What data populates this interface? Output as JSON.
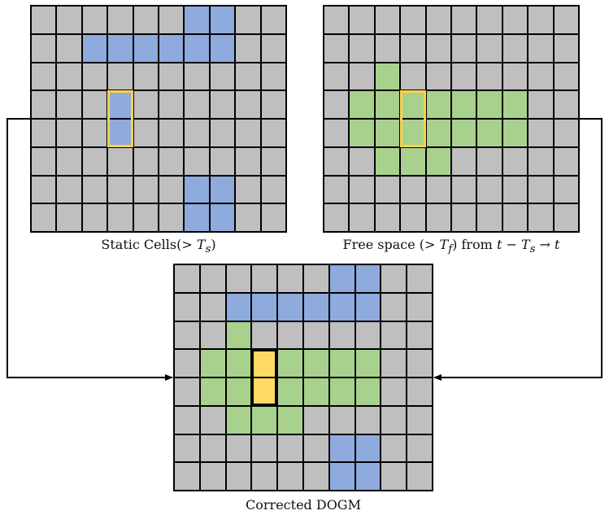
{
  "colors": {
    "empty": "#bfbfbf",
    "static": "#8faadc",
    "free": "#a9d18e",
    "corrected": "#ffd966",
    "grid_line": "#000000",
    "highlight_outline": "#ffd24d",
    "corrected_outline": "#000000",
    "arrow": "#000000"
  },
  "grids": {
    "static_cells": {
      "caption": {
        "prefix": "Static Cells(> ",
        "var": "T",
        "sub": "s",
        "suffix": ")"
      },
      "cells": [
        [
          0,
          0,
          0,
          0,
          0,
          0,
          1,
          1,
          0,
          0
        ],
        [
          0,
          0,
          1,
          1,
          1,
          1,
          1,
          1,
          0,
          0
        ],
        [
          0,
          0,
          0,
          0,
          0,
          0,
          0,
          0,
          0,
          0
        ],
        [
          0,
          0,
          0,
          1,
          0,
          0,
          0,
          0,
          0,
          0
        ],
        [
          0,
          0,
          0,
          1,
          0,
          0,
          0,
          0,
          0,
          0
        ],
        [
          0,
          0,
          0,
          0,
          0,
          0,
          0,
          0,
          0,
          0
        ],
        [
          0,
          0,
          0,
          0,
          0,
          0,
          1,
          1,
          0,
          0
        ],
        [
          0,
          0,
          0,
          0,
          0,
          0,
          1,
          1,
          0,
          0
        ]
      ],
      "highlight": {
        "row": 3,
        "col": 3,
        "rows": 2
      }
    },
    "free_space": {
      "caption": {
        "prefix": "Free space (> ",
        "var": "T",
        "sub": "f",
        "mid": ") from ",
        "expr_t1": "t",
        "minus": " − ",
        "expr_T": "T",
        "expr_sub": "s",
        "arrow": " → ",
        "expr_t2": "t"
      },
      "cells": [
        [
          0,
          0,
          0,
          0,
          0,
          0,
          0,
          0,
          0,
          0
        ],
        [
          0,
          0,
          0,
          0,
          0,
          0,
          0,
          0,
          0,
          0
        ],
        [
          0,
          0,
          2,
          0,
          0,
          0,
          0,
          0,
          0,
          0
        ],
        [
          0,
          2,
          2,
          2,
          2,
          2,
          2,
          2,
          0,
          0
        ],
        [
          0,
          2,
          2,
          2,
          2,
          2,
          2,
          2,
          0,
          0
        ],
        [
          0,
          0,
          2,
          2,
          2,
          0,
          0,
          0,
          0,
          0
        ],
        [
          0,
          0,
          0,
          0,
          0,
          0,
          0,
          0,
          0,
          0
        ],
        [
          0,
          0,
          0,
          0,
          0,
          0,
          0,
          0,
          0,
          0
        ]
      ],
      "highlight": {
        "row": 3,
        "col": 3,
        "rows": 2
      }
    },
    "corrected": {
      "caption": {
        "text": "Corrected DOGM"
      },
      "cells": [
        [
          0,
          0,
          0,
          0,
          0,
          0,
          1,
          1,
          0,
          0
        ],
        [
          0,
          0,
          1,
          1,
          1,
          1,
          1,
          1,
          0,
          0
        ],
        [
          0,
          0,
          2,
          0,
          0,
          0,
          0,
          0,
          0,
          0
        ],
        [
          0,
          2,
          2,
          3,
          2,
          2,
          2,
          2,
          0,
          0
        ],
        [
          0,
          2,
          2,
          3,
          2,
          2,
          2,
          2,
          0,
          0
        ],
        [
          0,
          0,
          2,
          2,
          2,
          0,
          0,
          0,
          0,
          0
        ],
        [
          0,
          0,
          0,
          0,
          0,
          0,
          1,
          1,
          0,
          0
        ],
        [
          0,
          0,
          0,
          0,
          0,
          0,
          1,
          1,
          0,
          0
        ]
      ],
      "highlight": {
        "row": 3,
        "col": 3,
        "rows": 2
      }
    }
  }
}
